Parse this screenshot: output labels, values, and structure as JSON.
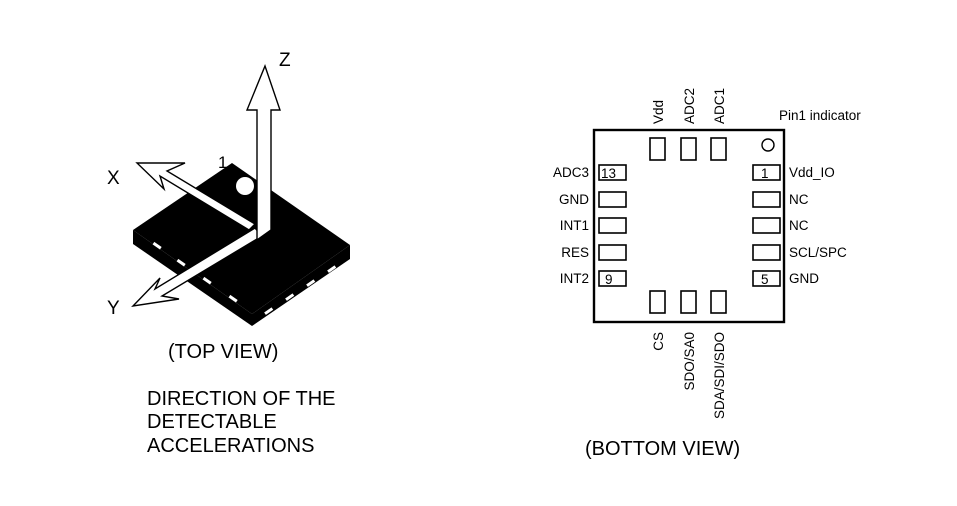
{
  "top_view": {
    "axis_x": "X",
    "axis_y": "Y",
    "axis_z": "Z",
    "pin1_marker": "1",
    "caption": "(TOP VIEW)",
    "description_lines": [
      "DIRECTION OF THE",
      "DETECTABLE",
      "ACCELERATIONS"
    ]
  },
  "bottom_view": {
    "caption": "(BOTTOM VIEW)",
    "pin1_indicator_label": "Pin1 indicator",
    "top_pins": [
      "Vdd",
      "ADC2",
      "ADC1"
    ],
    "bottom_pins": [
      "CS",
      "SDO/SA0",
      "SDA/SDI/SDO"
    ],
    "left_pins": [
      "ADC3",
      "GND",
      "INT1",
      "RES",
      "INT2"
    ],
    "right_pins": [
      "Vdd_IO",
      "NC",
      "NC",
      "SCL/SPC",
      "GND"
    ],
    "pad_numbers": {
      "left_first": "13",
      "left_last": "9",
      "right_first": "1",
      "right_last": "5"
    }
  }
}
